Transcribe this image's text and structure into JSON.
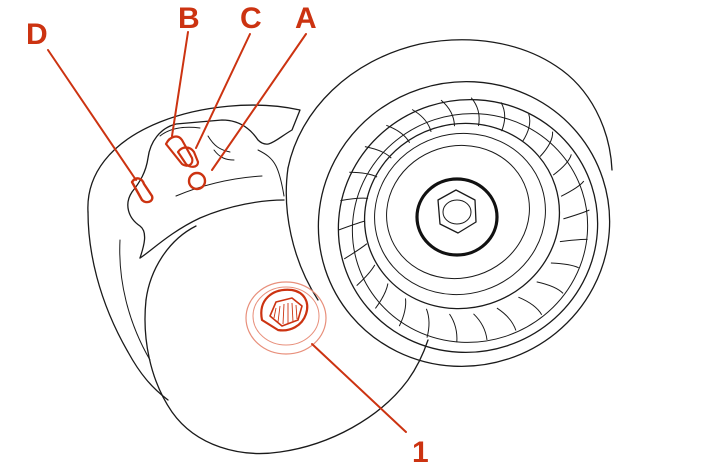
{
  "figure": {
    "callouts": {
      "d": "D",
      "b": "B",
      "c": "C",
      "a": "A",
      "one": "1"
    }
  },
  "colors": {
    "accent": "#cc3311",
    "accent_light": "#e8907c",
    "ink": "#1a1a1a",
    "background": "#ffffff"
  },
  "icons": {
    "drive_hex": "hex-bolt-socket-icon",
    "pulley_bolt": "hex-bolt-head-icon"
  }
}
